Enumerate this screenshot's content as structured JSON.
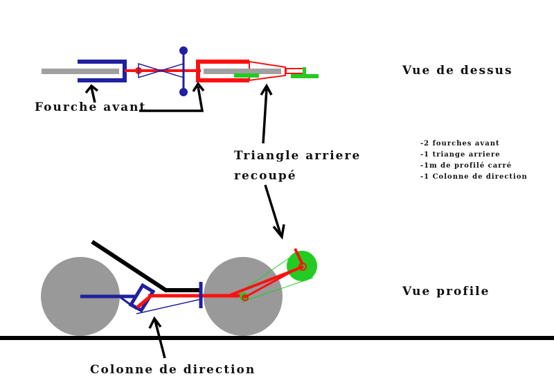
{
  "labels": {
    "top_view": "Vue de dessus",
    "side_view": "Vue profile",
    "front_fork": "Fourche avant",
    "rear_triangle_line1": "Triangle arriere",
    "rear_triangle_line2": "recoupé",
    "steering_column": "Colonne de direction"
  },
  "parts_list": [
    "-2 fourches avant",
    "-1 triange arriere",
    "-1m de profilé carré",
    "-1 Colonne de direction"
  ],
  "colors": {
    "fork": "#2020a0",
    "rear_triangle": "#ff1010",
    "sprocket": "#22cc22",
    "wheel": "#999999",
    "tube": "#a0a0a0",
    "ground": "#000000"
  }
}
